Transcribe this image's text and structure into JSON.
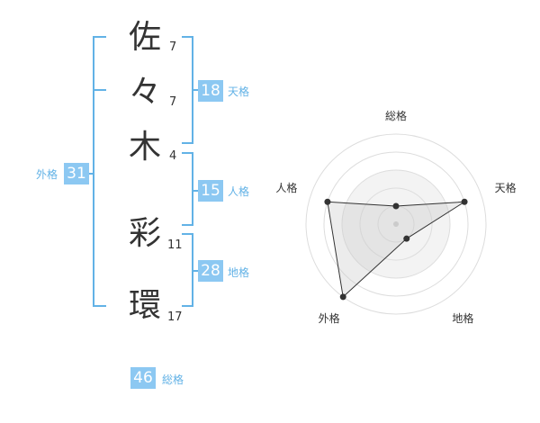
{
  "name_chars": [
    {
      "char": "佐",
      "strokes": "7"
    },
    {
      "char": "々",
      "strokes": "7"
    },
    {
      "char": "木",
      "strokes": "4"
    },
    {
      "char": "彩",
      "strokes": "11"
    },
    {
      "char": "環",
      "strokes": "17"
    }
  ],
  "fortunes": {
    "tenkaku": {
      "value": "18",
      "label": "天格"
    },
    "jinkaku": {
      "value": "15",
      "label": "人格"
    },
    "chikaku": {
      "value": "28",
      "label": "地格"
    },
    "gaikaku": {
      "value": "31",
      "label": "外格"
    },
    "soukaku": {
      "value": "46",
      "label": "総格"
    }
  },
  "colors": {
    "accent": "#8cc8f2",
    "label": "#62b2e6",
    "text": "#333333"
  },
  "chart_data": {
    "type": "radar",
    "axes": [
      "総格",
      "天格",
      "地格",
      "外格",
      "人格"
    ],
    "values": [
      1,
      4,
      1,
      5,
      4
    ],
    "rmax": 5
  }
}
